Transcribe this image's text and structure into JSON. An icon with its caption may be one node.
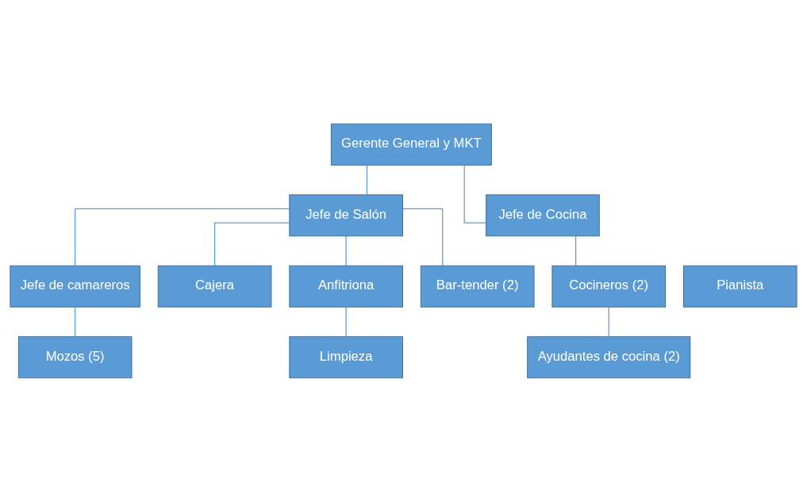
{
  "diagram": {
    "nodes": [
      {
        "text": [
          "Gerente General y MKT"
        ]
      },
      {
        "text": [
          "Jefe de Salón"
        ]
      },
      {
        "text": [
          "Jefe de Cocina"
        ]
      },
      {
        "text": [
          "Pianista"
        ]
      },
      {
        "text": [
          "Jefe de camareros"
        ]
      },
      {
        "text": [
          "Cocineros (2)"
        ]
      },
      {
        "text": [
          "Cajera"
        ]
      },
      {
        "text": [
          "Anfitriona"
        ]
      },
      {
        "text": [
          "Mozos (5)"
        ]
      },
      {
        "text": [
          "Bar-tender (2)"
        ]
      },
      {
        "text": [
          "Ayudantes de cocina (2)"
        ]
      },
      {
        "text": [
          "Limpieza"
        ]
      }
    ],
    "edges": [
      {
        "from": 0,
        "to": 1,
        "arrow": "none"
      },
      {
        "from": 0,
        "to": 2,
        "arrow": "none"
      },
      {
        "from": 1,
        "to": 6,
        "arrow": "none"
      },
      {
        "from": 1,
        "to": 7,
        "arrow": "none"
      },
      {
        "from": 1,
        "to": 4,
        "arrow": "none"
      },
      {
        "from": 1,
        "to": 9,
        "arrow": "none"
      },
      {
        "from": 4,
        "to": 8,
        "arrow": "none"
      },
      {
        "from": 2,
        "to": 5,
        "arrow": "none"
      },
      {
        "from": 5,
        "to": 10,
        "arrow": "none"
      },
      {
        "from": 7,
        "to": 11,
        "arrow": "none"
      }
    ]
  }
}
